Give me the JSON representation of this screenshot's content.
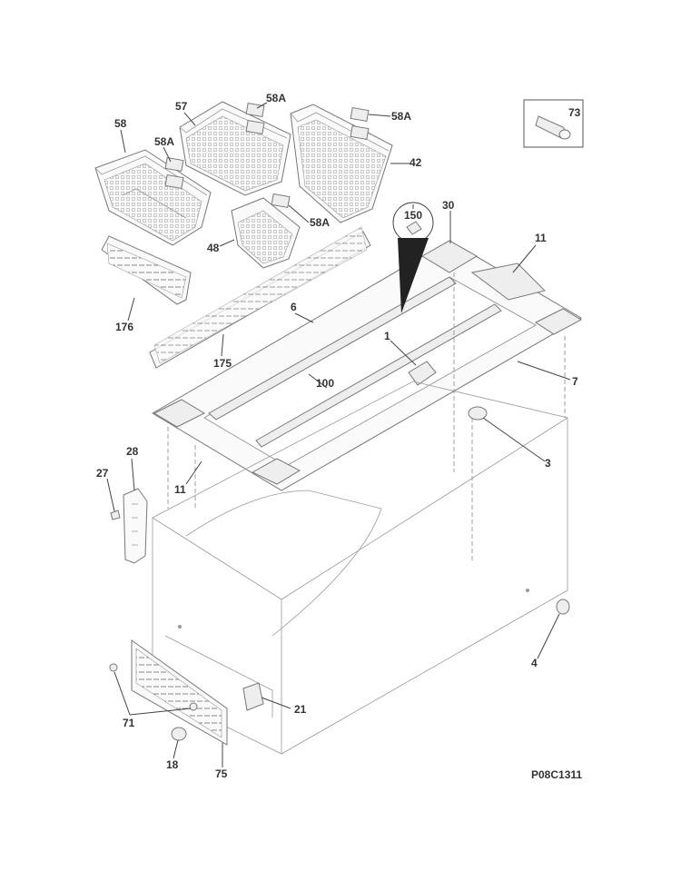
{
  "labels": {
    "p58": "58",
    "p57": "57",
    "p58a_1": "58A",
    "p58a_2": "58A",
    "p58a_3": "58A",
    "p58a_4": "58A",
    "p42": "42",
    "p48": "48",
    "p73": "73",
    "p150": "150",
    "p30": "30",
    "p11_top": "11",
    "p176": "176",
    "p6": "6",
    "p175": "175",
    "p1": "1",
    "p100": "100",
    "p7": "7",
    "p3": "3",
    "p28": "28",
    "p27": "27",
    "p11_left": "11",
    "p4": "4",
    "p21": "21",
    "p71": "71",
    "p18": "18",
    "p75": "75"
  },
  "page_ref": "P08C1311"
}
